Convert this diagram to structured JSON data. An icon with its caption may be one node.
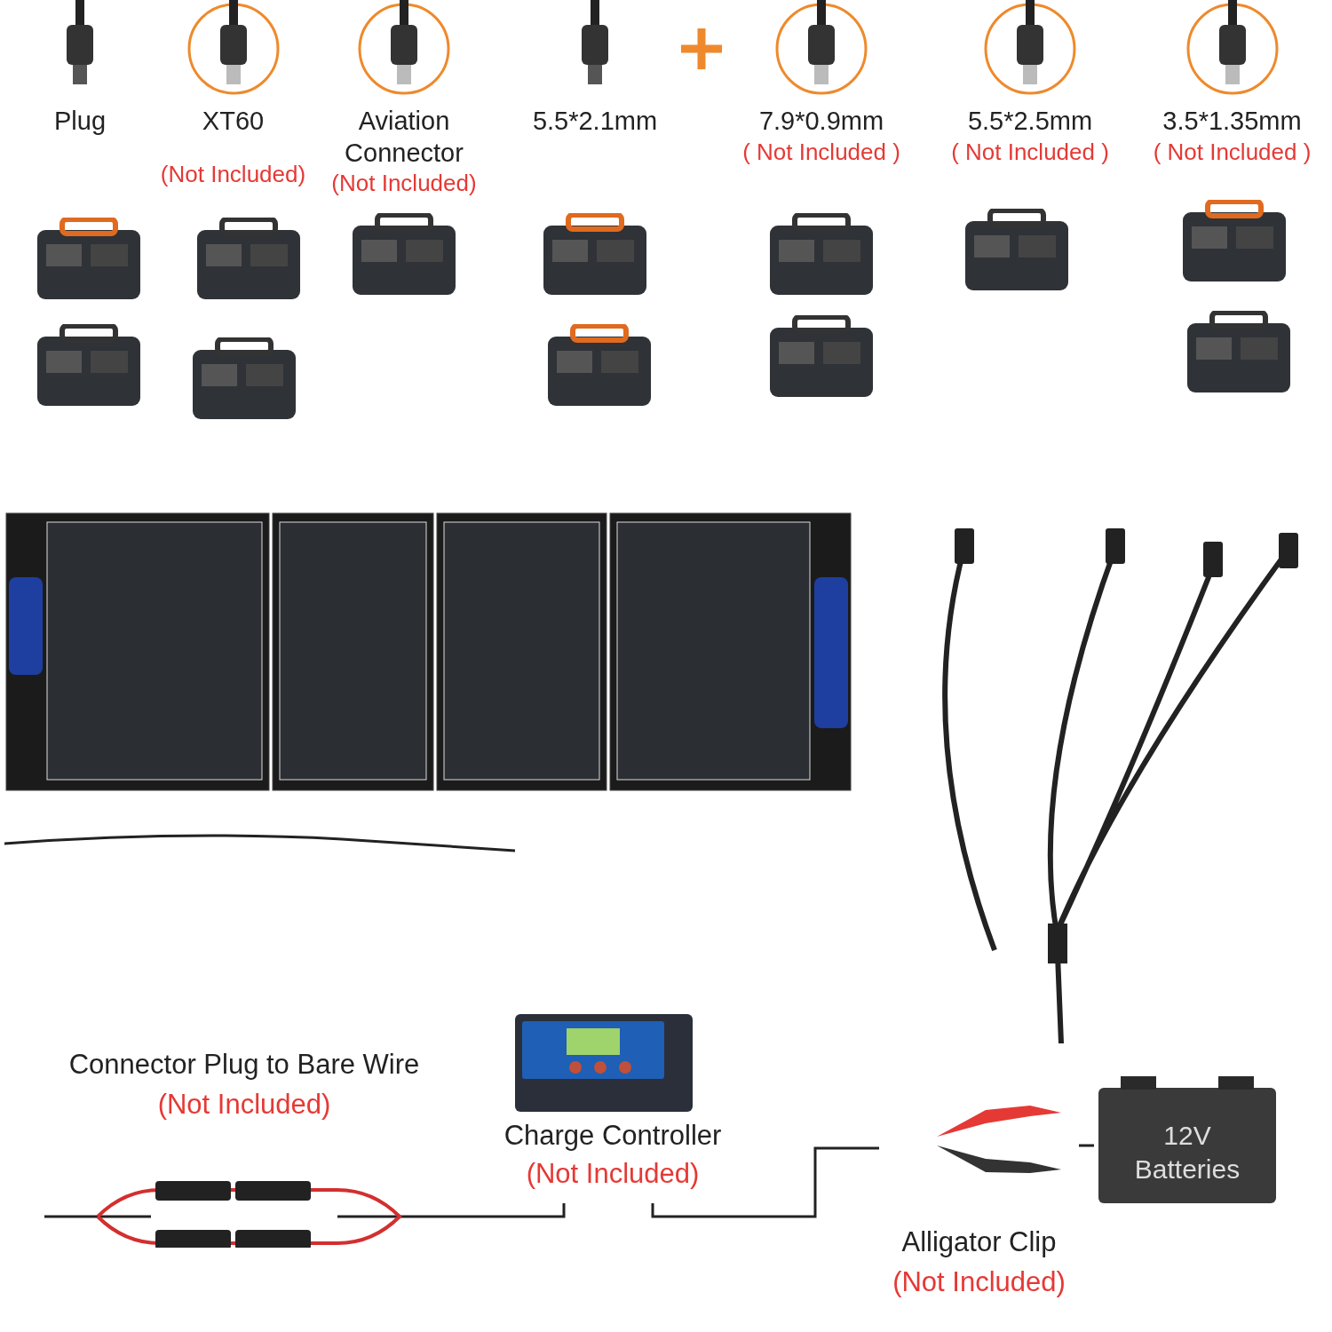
{
  "diagram": {
    "nodes": [
      {
        "text": [
          "Plug"
        ]
      },
      {
        "text": [
          "XT60",
          "(Not Included)"
        ]
      },
      {
        "text": [
          "Aviation Connector",
          "(Not Included)"
        ]
      },
      {
        "text": [
          "5.5*2.1mm"
        ]
      },
      {
        "text": [
          "7.9*0.9mm",
          "( Not Included )"
        ]
      },
      {
        "text": [
          "5.5*2.5mm",
          "( Not Included )"
        ]
      },
      {
        "text": [
          "3.5*1.35mm",
          "( Not Included )"
        ]
      },
      {
        "text": [],
        "shape": "picture"
      },
      {
        "text": [],
        "shape": "picture"
      },
      {
        "text": [
          "Connector Plug to Bare Wire",
          "(Not Included)"
        ]
      },
      {
        "text": [
          "Charge Controller",
          "(Not Included)"
        ]
      },
      {
        "text": [
          "Alligator Clip",
          "(Not Included)"
        ]
      },
      {
        "text": [
          "12V Batteries"
        ]
      }
    ],
    "edges": [
      {
        "from": 9,
        "to": 10,
        "arrow": "none"
      },
      {
        "from": 10,
        "to": 11,
        "arrow": "none"
      },
      {
        "from": 11,
        "to": 12,
        "arrow": "none"
      }
    ]
  }
}
